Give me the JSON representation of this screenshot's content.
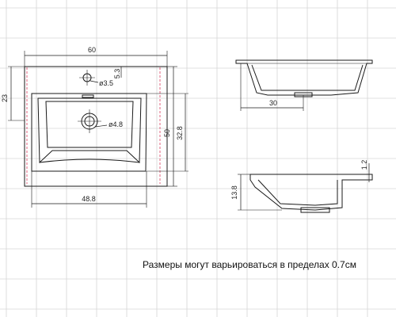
{
  "colors": {
    "background": "#ffffff",
    "grid": "#d6d6d6",
    "line": "#1a1a1a",
    "guide": "#e0607e"
  },
  "dimensions": {
    "width_total": "60",
    "depth_total": "50",
    "bowl_depth": "32.8",
    "bowl_width": "48.8",
    "edge_offset": "23",
    "tap_hole_offset": "5.3",
    "tap_hole_diameter": "ø3.5",
    "drain_diameter": "ø4.8",
    "side_drain_offset": "30",
    "rim_thickness": "1.2",
    "section_height": "13.8"
  },
  "caption": "Размеры могут варьироваться в пределах 0.7см"
}
